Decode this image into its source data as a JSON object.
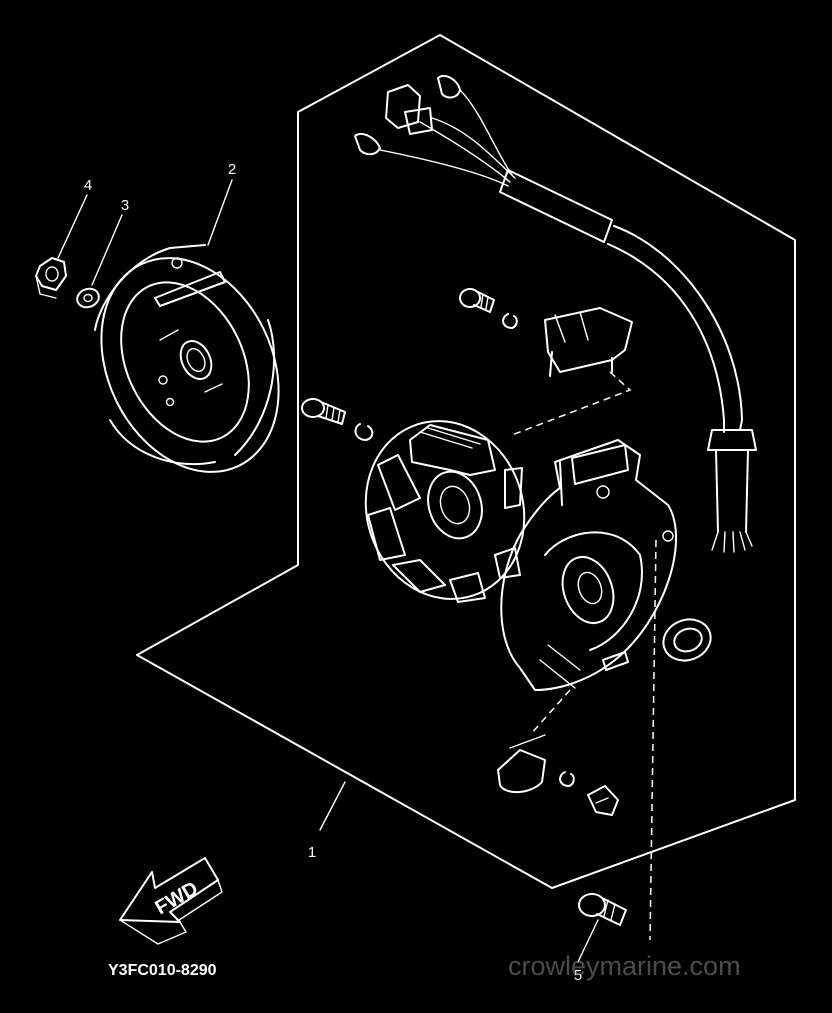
{
  "callouts": {
    "assembly": "1",
    "flywheel": "2",
    "washer": "3",
    "nut": "4",
    "screw": "5"
  },
  "direction_label": "FWD",
  "diagram_code": "Y3FC010-8290",
  "watermark": "crowleymarine.com",
  "colors": {
    "background": "#000000",
    "line": "#ffffff",
    "watermark": "#8a8a8a"
  }
}
